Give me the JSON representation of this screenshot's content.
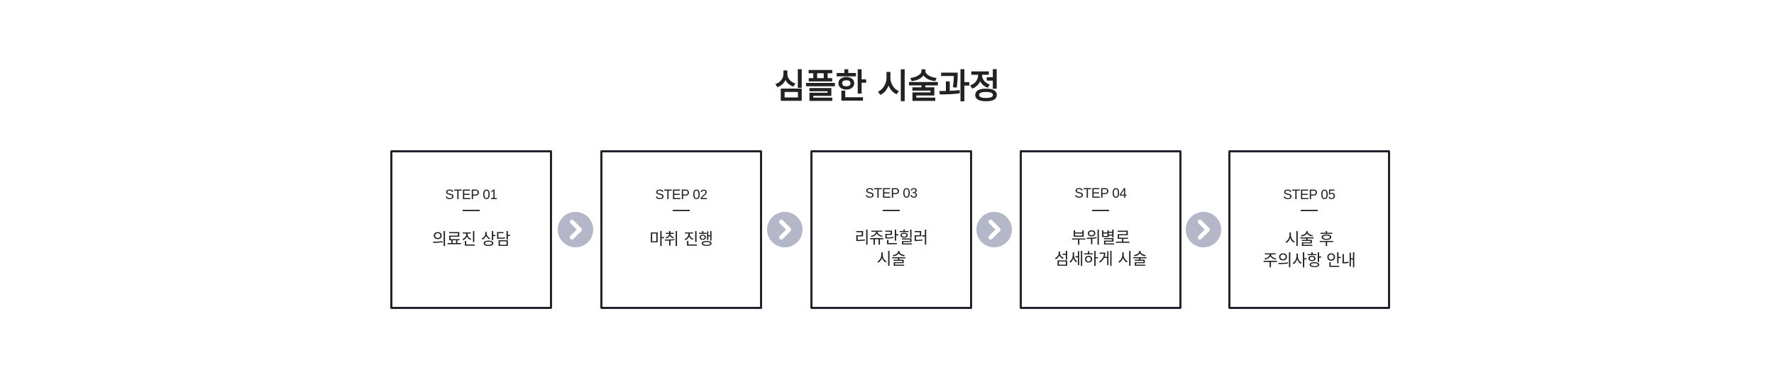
{
  "title": "심플한 시술과정",
  "steps": [
    {
      "label": "STEP 01",
      "text": "의료진 상담"
    },
    {
      "label": "STEP 02",
      "text": "마취 진행"
    },
    {
      "label": "STEP 03",
      "text": "리쥬란힐러\n시술"
    },
    {
      "label": "STEP 04",
      "text": "부위별로\n섬세하게 시술"
    },
    {
      "label": "STEP 05",
      "text": "시술 후\n주의사항 안내"
    }
  ],
  "icons": {
    "arrow": "chevron-right-icon"
  },
  "colors": {
    "border": "#23232d",
    "arrow_bg": "#b3b7c8",
    "text": "#222222"
  }
}
